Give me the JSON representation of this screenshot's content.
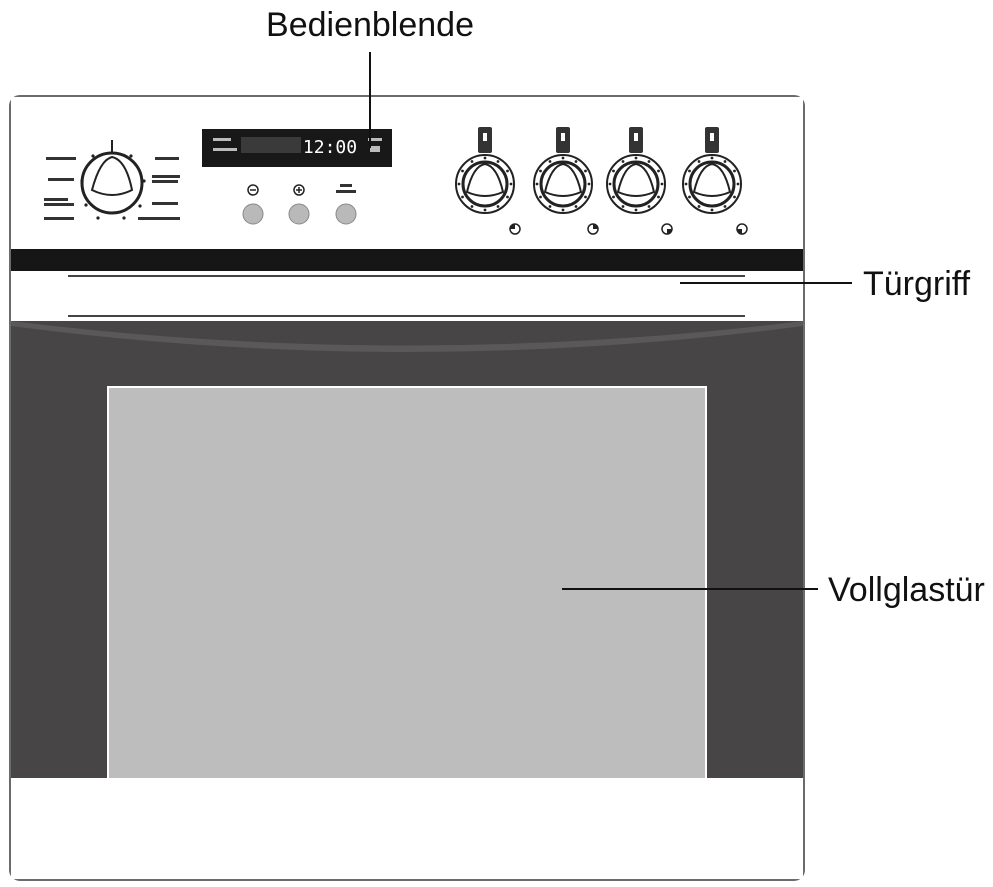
{
  "callouts": {
    "control_panel": "Bedienblende",
    "door_handle": "Türgriff",
    "glass_door": "Vollglastür"
  },
  "display": {
    "time": "12:00"
  },
  "colors": {
    "panel_bg": "#ffffff",
    "panel_outline": "#6b6b6b",
    "black_band": "#161616",
    "door_frame": "#474546",
    "glass": "#bdbdbd",
    "button_fill": "#b9b9b9",
    "display_bg": "#181818"
  },
  "icons": {
    "minus_button": "minus-icon",
    "plus_button": "plus-icon",
    "burner_1": "burner-front-left-icon",
    "burner_2": "burner-rear-left-icon",
    "burner_3": "burner-rear-right-icon",
    "burner_4": "burner-front-right-icon"
  }
}
